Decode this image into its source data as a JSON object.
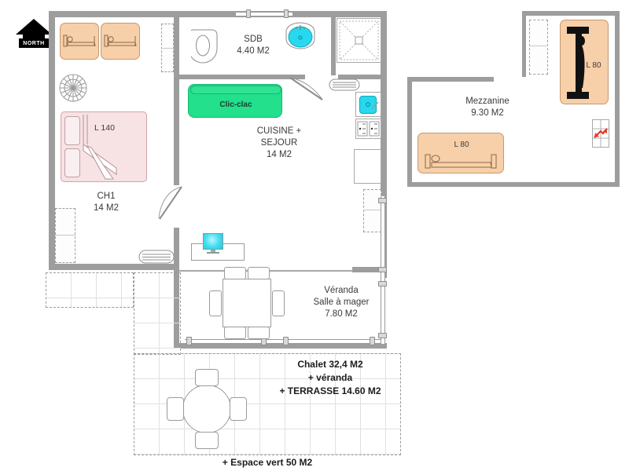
{
  "plan": {
    "title": "Chalet floor plan",
    "compass": {
      "label": "NORTH"
    },
    "rooms": [
      {
        "id": "ch1",
        "name": "CH1",
        "area": "14 M2",
        "label": "CH1\n14 M2"
      },
      {
        "id": "sdb",
        "name": "SDB",
        "area": "4.40 M2",
        "label": "SDB\n4.40 M2"
      },
      {
        "id": "cuisine",
        "name": "CUISINE +\nSEJOUR",
        "area": "14 M2",
        "label": "CUISINE +\nSEJOUR\n14 M2"
      },
      {
        "id": "veranda",
        "name": "Véranda\nSalle à mager",
        "area": "7.80 M2",
        "label": "Véranda\nSalle à mager\n7.80 M2"
      },
      {
        "id": "mezzanine",
        "name": "Mezzanine",
        "area": "9.30 M2",
        "label": "Mezzanine\n9.30 M2"
      }
    ],
    "furniture_labels": {
      "clicclac": "Clic-clac",
      "bed_140": "L 140",
      "bed_80_mezz_h": "L 80",
      "bed_80_mezz_v": "L 80"
    },
    "summary": {
      "line1": "Chalet 32,4 M2",
      "line2": "+ véranda",
      "line3": "+ TERRASSE 14.60 M2",
      "footer": "+ Espace vert 50 M2"
    },
    "colors": {
      "wall": "#9d9d9d",
      "bed_orange": "#f7cfa8",
      "bed_pink": "#f7e2e4",
      "sofa_green": "#22e08c",
      "water_cyan": "#27d8ee",
      "terrace_gray": "#ebebeb",
      "stair_arrow_red": "#e03a2f"
    },
    "icons": {
      "compass": "north-arrow-icon",
      "toilet": "toilet-icon",
      "sink": "sink-icon",
      "shower": "shower-icon",
      "stove": "stove-icon",
      "tv": "tv-icon",
      "stairs": "stairs-arrow-icon",
      "radiator": "radiator-icon",
      "wardrobe": "wardrobe-icon"
    }
  }
}
